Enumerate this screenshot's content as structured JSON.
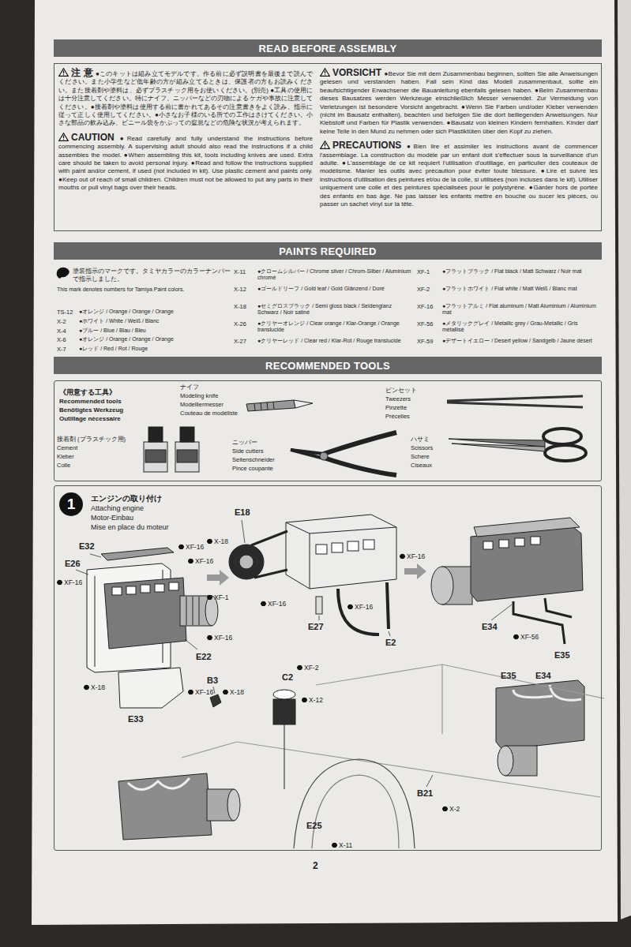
{
  "diagram": {
    "nodes": [
      {
        "text": [
          "READ BEFORE ASSEMBLY"
        ]
      },
      {
        "text": [
          "注 意",
          "●このキットは組み立てモデルです。作る前に必ず説明書を最後まで読んでください。また小学生など低年齢の方が組み立てるときは、保護者の方もお読みください。また接着剤や塗料は、必ずプラスチック用をお使いください。(別売) ●工具の使用には十分注意してください。特にナイフ、ニッパーなどの刃物によるケガや事故に注意してください。●接着剤や塗料は使用する前に書かれてあるその注意書きをよく読み、指示に従って正しく使用してください。●小さなお子様のいる所での工作はさけてください。小さな部品の飲み込み、ビニール袋をかぶっての窒息などの危険な状況が考えられます。",
          "CAUTION",
          "●Read carefully and fully understand the instructions before commencing assembly. A supervising adult should also read the instructions if a child assembles the model. ●When assembling this kit, tools including knives are used. Extra care should be taken to avoid personal injury. ●Read and follow the instructions supplied with paint and/or cement, if used (not included in kit). Use plastic cement and paints only. ●Keep out of reach of small children. Children must not be allowed to put any parts in their mouths or pull vinyl bags over their heads.",
          "VORSICHT",
          "●Bevor Sie mit dem Zusammenbau beginnen, sollten Sie alle Anweisungen gelesen und verstanden haben. Fall sein Kind das Modell zusammenbaut, sollte ein beaufsichtigender Erwachsener die Bauanleitung ebenfalls gelesen haben. ●Beim Zusammenbau dieses Bausatzes werden Werkzeuge einschließlich Messer verwendet. Zur Vermeidung von Verletzungen ist besondere Vorsicht angebracht. ●Wenn Sie Farben und/oder Kleber verwenden (nicht im Bausatz enthalten), beachten und befolgen Sie die dort beiliegenden Anweisungen. Nur Klebstoff und Farben für Plastik verwenden. ●Bausatz von kleinen Kindern fernhalten. Kinder darf keine Teile in den Mund zu nehmen oder sich Plastiktüten über den Kopf zu ziehen.",
          "PRECAUTIONS",
          "●Bien lire et assimiler les instructions avant de commencer l'assemblage. La construction du modèle par un enfant doit s'effectuer sous la surveillance d'un adulte. ●L'assemblage de ce kit requiert l'utilisation d'outillage, en particulier des couteaux de modélisme. Manier les outils avec précaution pour éviter toute blessure. ●Lire et suivre les instructions d'utilisation des peintures et/ou de la colle, si utilisées (non incluses dans le kit). Utiliser uniquement une colle et des peintures spécialisées pour le polystyrène. ●Garder hors de portée des enfants en bas âge. Ne pas laisser les enfants mettre en bouche ou sucer les pièces, ou passer un sachet vinyl sur la tête."
        ]
      },
      {
        "text": [
          "PAINTS REQUIRED"
        ]
      },
      {
        "text": [
          "RECOMMENDED TOOLS"
        ]
      },
      {
        "text": [
          "《用意する工具》",
          "Recommended tools",
          "Benötigtes Werkzeug",
          "Outillage nécessaire"
        ]
      },
      {
        "text": [
          "エンジンの取り付け",
          "Attaching engine",
          "Motor-Einbau",
          "Mise en place du moteur"
        ]
      },
      {
        "text": [
          "1"
        ],
        "in": 5
      }
    ],
    "labels": [
      "塗装指示のマークです。タミヤカラーのカラーナンバーで指示しました。",
      "This mark denotes numbers for Tamiya Paint colors.",
      "TS-12",
      "●オレンジ / Orange / Orange / Orange",
      "X-2",
      "●ホワイト / White / Weiß / Blanc",
      "X-4",
      "●ブルー / Blue / Blau / Bleu",
      "X-6",
      "●オレンジ / Orange / Orange / Orange",
      "X-7",
      "●レッド / Red / Rot / Rouge",
      "X-11",
      "●クロームシルバー / Chrome silver / Chrom-Silber / Aluminium chromé",
      "X-12",
      "●ゴールドリーフ / Gold leaf / Gold Glänzend / Doré",
      "X-18",
      "●セミグロスブラック / Semi gloss black / Seidenglanz Schwarz / Noir satiné",
      "X-26",
      "●クリヤーオレンジ / Clear orange / Klar-Orange / Orange translucide",
      "X-27",
      "●クリヤーレッド / Clear red / Klar-Rot / Rouge translucide",
      "XF-1",
      "●フラットブラック / Flat black / Matt Schwarz / Noir mat",
      "XF-2",
      "●フラットホワイト / Flat white / Matt Weiß / Blanc mat",
      "XF-16",
      "●フラットアルミ / Flat aluminum / Matt Aluminium / Aluminium mat",
      "XF-56",
      "●メタリックグレイ / Metallic grey / Grau-Metallic / Gris métallisé",
      "XF-59",
      "●デザートイエロー / Desert yellow / Sandgelb / Jaune désert",
      "接着剤 (プラスチック用)",
      "Cement",
      "Kleber",
      "Colle",
      "ナイフ",
      "Modeling knife",
      "Modelliermesser",
      "Couteau de modéliste",
      "ニッパー",
      "Side cutters",
      "Seitenschneider",
      "Pince coupante",
      "ピンセット",
      "Tweezers",
      "Pinzette",
      "Précelles",
      "ハサミ",
      "Scissors",
      "Schere",
      "Ciseaux",
      "E18",
      "X-18",
      "XF-16",
      "XF-1",
      "XF-16",
      "E32",
      "XF-16",
      "E26",
      "XF-16",
      "XF-16",
      "E22",
      "X-18",
      "XF-16",
      "E33",
      "XF-16",
      "XF-16",
      "E27",
      "E2",
      "E34",
      "XF-56",
      "E35",
      "E35",
      "E34",
      "B3",
      "X-18",
      "C2",
      "XF-2",
      "X-12",
      "B21",
      "X-2",
      "E25",
      "X-11",
      "2"
    ]
  }
}
